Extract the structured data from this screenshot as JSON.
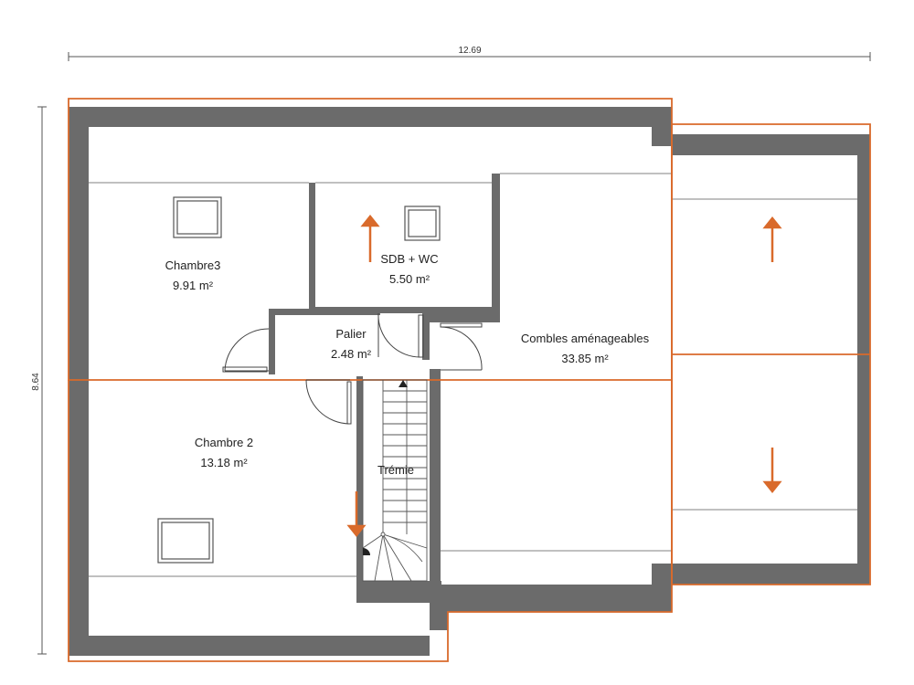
{
  "dimensions": {
    "width": "12.69",
    "height": "8.64"
  },
  "rooms": [
    {
      "id": "chambre3",
      "name": "Chambre3",
      "area": "9.91 m²"
    },
    {
      "id": "sdb",
      "name": "SDB + WC",
      "area": "5.50 m²"
    },
    {
      "id": "palier",
      "name": "Palier",
      "area": "2.48 m²"
    },
    {
      "id": "combles",
      "name": "Combles aménageables",
      "area": "33.85 m²"
    },
    {
      "id": "chambre2",
      "name": "Chambre 2",
      "area": "13.18 m²"
    }
  ],
  "stair_label": "Trémie",
  "colors": {
    "wall": "#6b6b6b",
    "outline": "#d96a2b",
    "arrow": "#d96a2b",
    "background": "#ffffff"
  },
  "icons": [
    "skylight-icon",
    "slope-arrow-icon",
    "door-swing-icon",
    "staircase-icon"
  ]
}
